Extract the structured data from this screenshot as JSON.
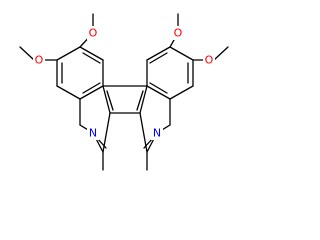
{
  "molecule": {
    "atoms": {
      "o1_label": "O",
      "o2_label": "O",
      "o3_label": "O",
      "o4_label": "O",
      "n1_label": "N",
      "n2_label": "N"
    },
    "colors": {
      "bond": "#000000",
      "oxygen": "#ff0000",
      "nitrogen": "#0000ff",
      "background": "#ffffff"
    }
  }
}
